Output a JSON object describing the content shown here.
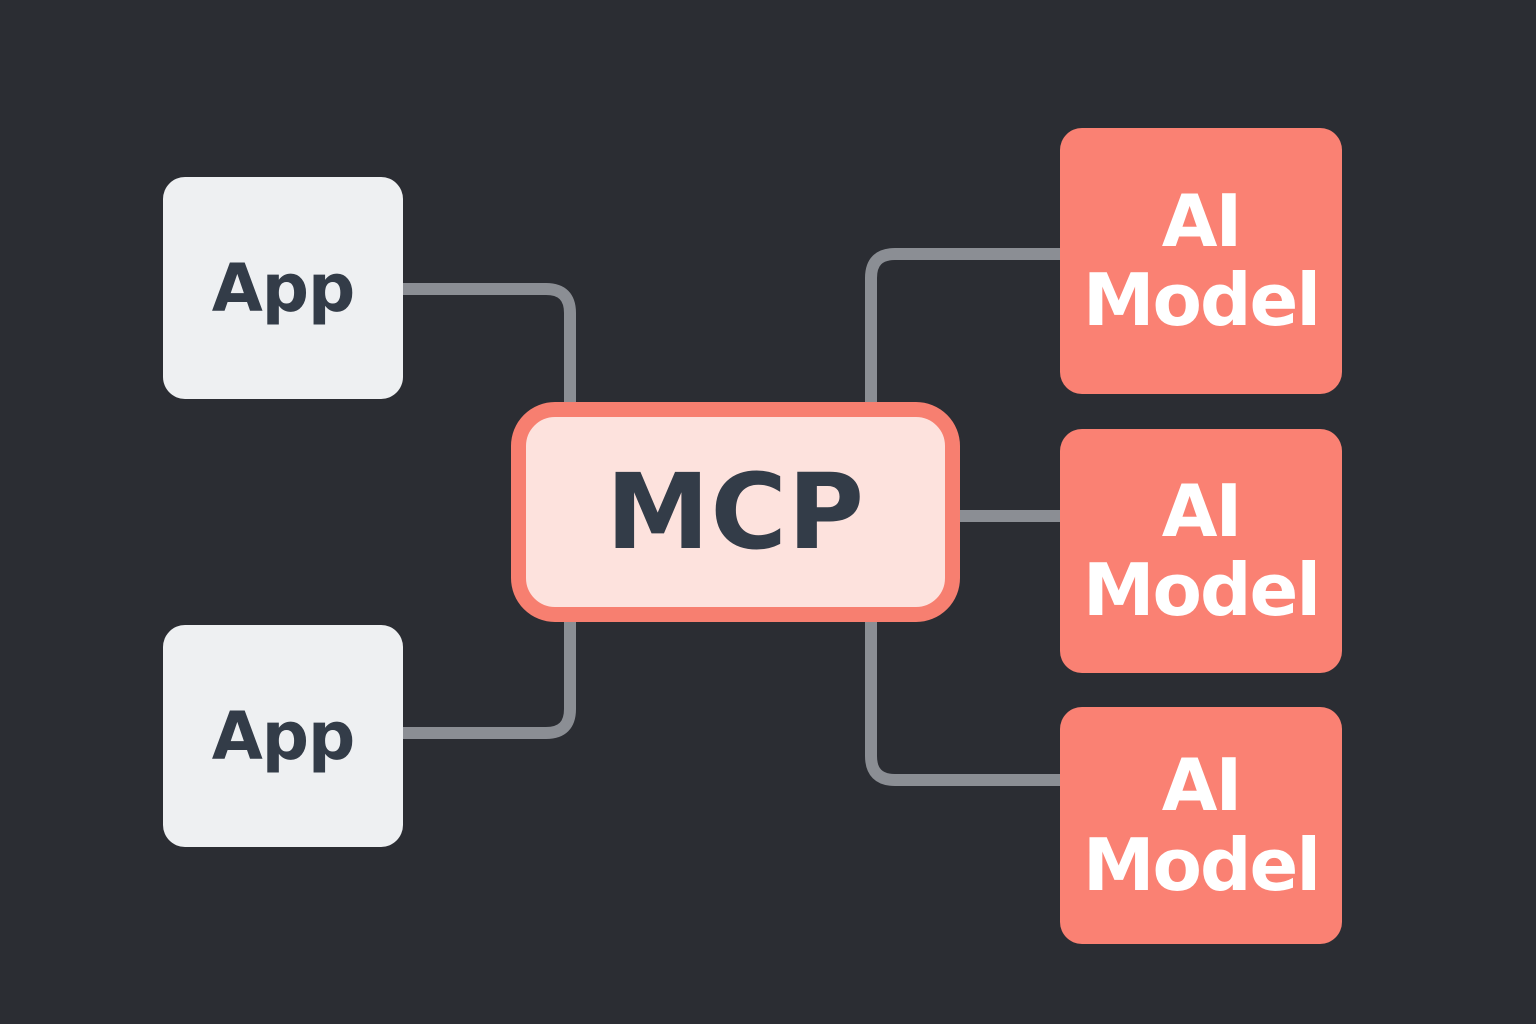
{
  "colors": {
    "background": "#2b2d33",
    "connector": "#8b8e94",
    "app_fill": "#eef0f2",
    "app_text": "#333c48",
    "hub_fill": "#fde2dd",
    "hub_border": "#f77f70",
    "hub_text": "#333c48",
    "model_fill": "#fa8173",
    "model_text": "#ffffff"
  },
  "apps": [
    {
      "label": "App"
    },
    {
      "label": "App"
    }
  ],
  "hub": {
    "label": "MCP"
  },
  "models": [
    {
      "line1": "AI",
      "line2": "Model"
    },
    {
      "line1": "AI",
      "line2": "Model"
    },
    {
      "line1": "AI",
      "line2": "Model"
    }
  ]
}
